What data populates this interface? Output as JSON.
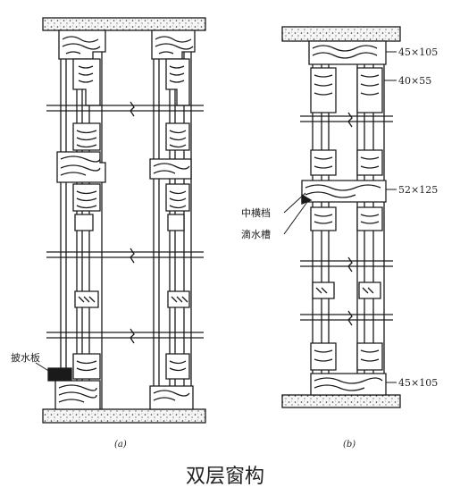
{
  "figure_title": "双层窗构",
  "panels": [
    {
      "id": "a",
      "caption": "(a)",
      "labels": [
        "披水板"
      ]
    },
    {
      "id": "b",
      "caption": "(b)",
      "labels": [
        "中横档",
        "滴水槽",
        "45×105",
        "40×55",
        "52×125",
        "45×105"
      ]
    }
  ],
  "colors": {
    "ink": "#1a1a1a",
    "paper": "#ffffff",
    "wood": "#ffffff",
    "concrete": "#f2f2f2"
  },
  "icons": {
    "wood_grain": "wood-grain-hatch",
    "concrete": "concrete-stipple",
    "break": "break-line"
  }
}
